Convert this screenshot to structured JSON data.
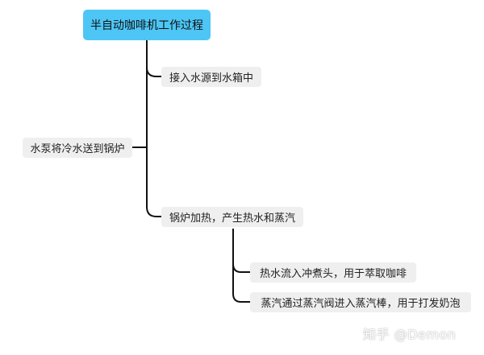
{
  "diagram": {
    "root": {
      "label": "半自动咖啡机工作过程"
    },
    "left_node": {
      "label": "水泵将冷水送到锅炉"
    },
    "branch_1": {
      "label": "接入水源到水箱中"
    },
    "branch_2": {
      "label": "锅炉加热，产生热水和蒸汽"
    },
    "sub_branch_1": {
      "label": "热水流入冲煮头，用于萃取咖啡"
    },
    "sub_branch_2": {
      "label": "蒸汽通过蒸汽阀进入蒸汽棒，用于打发奶泡"
    }
  },
  "watermark": {
    "text": "知乎 @Demon"
  },
  "colors": {
    "root_fill": "#4dc6f6",
    "node_fill": "#efefef",
    "line": "#111111"
  }
}
